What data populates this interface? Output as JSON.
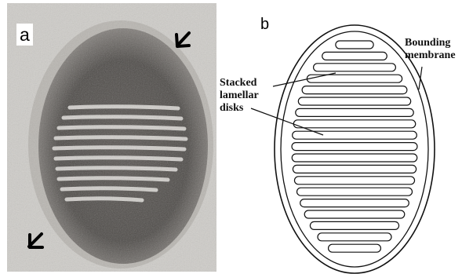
{
  "panels": {
    "a": {
      "letter": "a",
      "description_icons": [
        "arrow-top-right-icon",
        "arrow-bottom-left-icon"
      ]
    },
    "b": {
      "letter": "b",
      "labels": {
        "bounding": [
          "Bounding",
          "membrane"
        ],
        "stacked": [
          "Stacked",
          "lamellar",
          "disks"
        ]
      }
    }
  },
  "colors": {
    "micrograph_bg": "#d2d0cc",
    "micrograph_dark": "#4a4745",
    "lamella_light": "#e9e7e3",
    "outline": "#111111"
  }
}
